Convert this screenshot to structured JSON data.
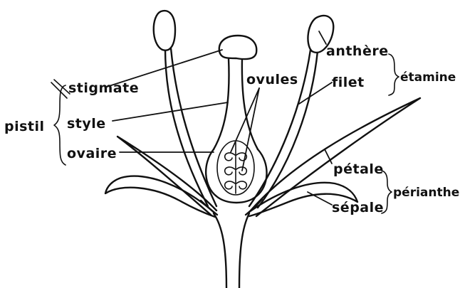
{
  "labels": {
    "stigmate": "stigmate",
    "style": "style",
    "ovaire": "ovaire",
    "pistil": "pistil",
    "ovules": "ovules",
    "anthere": "anthère",
    "filet": "filet",
    "etamine": "étamine",
    "petale": "pétale",
    "sepale": "sépale",
    "perianthe": "périanthe"
  }
}
